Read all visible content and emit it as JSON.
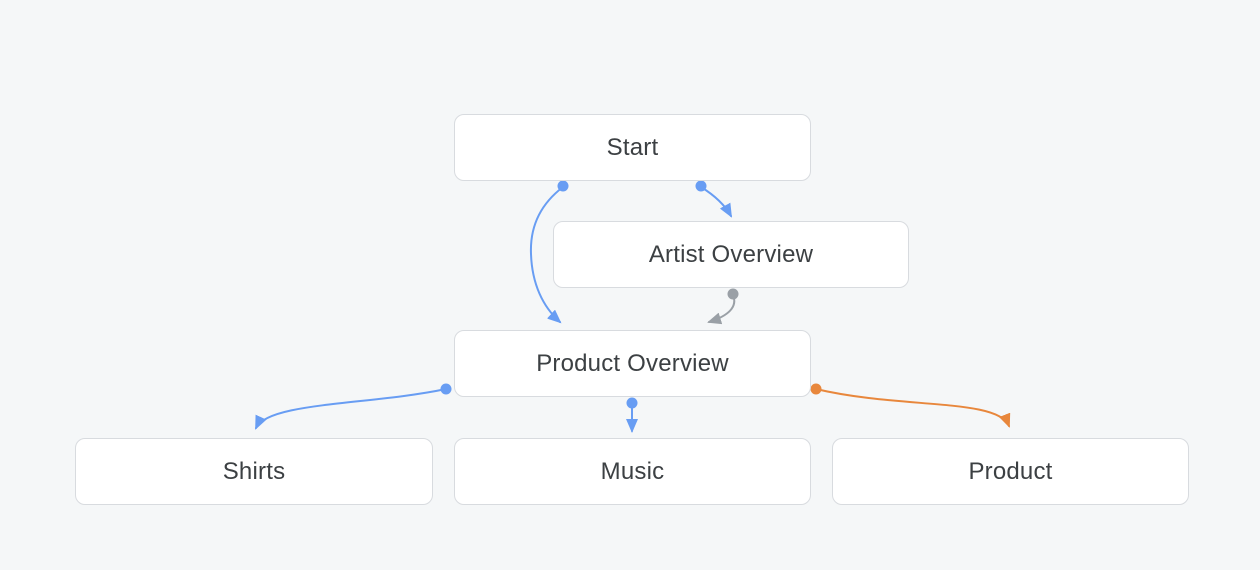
{
  "diagram": {
    "type": "flow-diagram",
    "background": "#f5f7f8"
  },
  "nodes": [
    {
      "id": "start",
      "label": "Start"
    },
    {
      "id": "artist-overview",
      "label": "Artist Overview"
    },
    {
      "id": "product-overview",
      "label": "Product Overview"
    },
    {
      "id": "shirts",
      "label": "Shirts"
    },
    {
      "id": "music",
      "label": "Music"
    },
    {
      "id": "product",
      "label": "Product"
    }
  ],
  "edges": [
    {
      "from": "start",
      "to": "artist-overview",
      "color": "#689df3"
    },
    {
      "from": "start",
      "to": "product-overview",
      "color": "#689df3"
    },
    {
      "from": "artist-overview",
      "to": "product-overview",
      "color": "#9aa0a6"
    },
    {
      "from": "product-overview",
      "to": "shirts",
      "color": "#689df3"
    },
    {
      "from": "product-overview",
      "to": "music",
      "color": "#689df3"
    },
    {
      "from": "product-overview",
      "to": "product",
      "color": "#e8873c"
    }
  ],
  "colors": {
    "edge_blue": "#689df3",
    "edge_gray": "#9aa0a6",
    "edge_orange": "#e8873c",
    "node_background": "#ffffff",
    "node_border": "#d8dbdf",
    "node_text": "#3c4043",
    "canvas_background": "#f5f7f8"
  }
}
